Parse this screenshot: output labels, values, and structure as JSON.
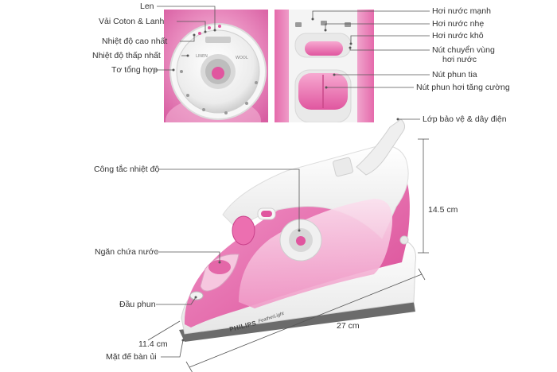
{
  "labels": {
    "len": "Len",
    "coton_lanh": "Vải Coton & Lanh",
    "nhiet_do_cao_nhat": "Nhiệt độ cao nhất",
    "nhiet_do_thap_nhat": "Nhiệt độ thấp nhất",
    "to_tong_hop": "Tơ tổng hợp",
    "hoi_nuoc_manh": "Hơi nước mạnh",
    "hoi_nuoc_nhe": "Hơi nước nhẹ",
    "hoi_nuoc_kho": "Hơi nước khô",
    "nut_chuyen_vung_1": "Nút chuyển vùng",
    "nut_chuyen_vung_2": "hơi nước",
    "nut_phun_tia": "Nút phun tia",
    "nut_phun_hoi": "Nút phun hơi tăng cường",
    "lop_bao_ve": "Lớp bảo vệ & dây điện",
    "cong_tac": "Công tắc nhiệt độ",
    "ngan_chua_nuoc": "Ngăn chứa nước",
    "dau_phun": "Đầu phun",
    "mat_de": "Mặt đế bàn ủi"
  },
  "dimensions": {
    "height": "14.5 cm",
    "length": "27 cm",
    "width": "11.4 cm"
  },
  "product": {
    "brand": "PHILIPS",
    "model": "FeatherLight"
  },
  "colors": {
    "pink": "#e0569f",
    "light_pink": "#f6c7df",
    "body_white": "#f3f3f3",
    "soleplate": "#6b6b6b",
    "line": "#555555"
  }
}
